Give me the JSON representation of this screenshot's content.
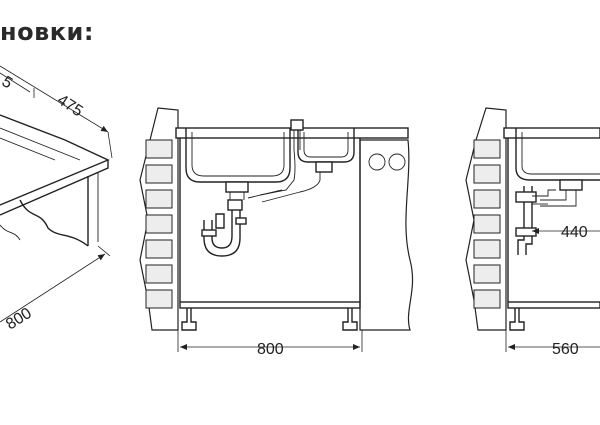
{
  "heading": "новки:",
  "left_view": {
    "dim_depth": "475",
    "dim_depth_partial": "5",
    "dim_width": "800"
  },
  "middle_view": {
    "dim_width": "800"
  },
  "right_view": {
    "dim_height": "440",
    "dim_width": "560"
  }
}
